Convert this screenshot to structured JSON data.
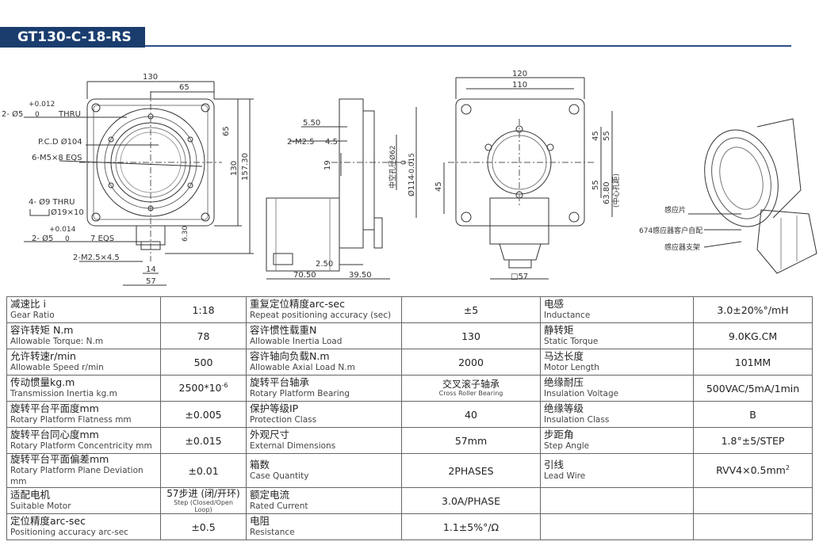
{
  "title": "GT130-C-18-RS",
  "drawing": {
    "front": {
      "d130": "130",
      "d65": "65",
      "d65v": "65",
      "d130v": "130",
      "d157": "157.30",
      "hole1": "2- Ø5",
      "hole1_tol_top": "+0.012",
      "hole1_tol_bot": "0",
      "hole1_thru": "THRU",
      "pcd": "P.C.D Ø104",
      "m5": "6-M5×8 EQS",
      "hole4": "4-  Ø9 THRU",
      "cbore": "Ø19×10",
      "hole2_tol_top": "+0.014",
      "hole2": "2- Ø5",
      "hole2_tol_bot": "0",
      "hole2_depth": "7 EQS",
      "d630": "6.30",
      "m25": "2-M2.5×4.5",
      "d14": "14",
      "d57": "57"
    },
    "side": {
      "d550": "5.50",
      "m25": "2-M2.5",
      "m25_depth": "4.5",
      "d19": "19",
      "bore": "中空孔径Ø62",
      "d114_tol_top": "0",
      "d114_tol_bot": "-0.015",
      "d114": "Ø114",
      "d250": "2.50",
      "d7050": "70.50",
      "d3950": "39.50"
    },
    "back": {
      "d120": "120",
      "d110": "110",
      "d45a": "45",
      "d55a": "55",
      "d45b": "45",
      "d55b": "55",
      "d6380": "63.80",
      "center": "(中心孔距)",
      "sq57": "□57"
    },
    "iso": {
      "sensor_piece": "感应片",
      "sensor_client": "674感应器客户自配",
      "sensor_bracket": "感应器支架"
    }
  },
  "spec_rows": [
    [
      {
        "zh": "减速比 i",
        "en": "Gear Ratio",
        "val": "1:18"
      },
      {
        "zh": "重复定位精度arc-sec",
        "en": "Repeat positioning accuracy (sec)",
        "val": "±5"
      },
      {
        "zh": "电感",
        "en": "Inductance",
        "val": "3.0±20%°/mH"
      }
    ],
    [
      {
        "zh": "容许转矩 N.m",
        "en": "Allowable Torque: N.m",
        "val": "78"
      },
      {
        "zh": "容许惯性载重N",
        "en": "Allowable Inertia Load",
        "val": "130"
      },
      {
        "zh": "静转矩",
        "en": "Static Torque",
        "val": "9.0KG.CM"
      }
    ],
    [
      {
        "zh": "允许转速r/min",
        "en": "Allowable Speed r/min",
        "val": "500"
      },
      {
        "zh": "容许轴向负载N.m",
        "en": "Allowable Axial Load  N.m",
        "val": "2000"
      },
      {
        "zh": "马达长度",
        "en": "Motor Length",
        "val": "101MM"
      }
    ],
    [
      {
        "zh": "传动惯量kg.m",
        "en": "Transmission Inertia kg.m",
        "val": "2500*10",
        "val_sup": "-6"
      },
      {
        "zh": "旋转平台轴承",
        "en": "Rotary Platform Bearing",
        "val": "交叉滚子轴承",
        "val2": "Cross Roller Bearing"
      },
      {
        "zh": "绝缘耐压",
        "en": "Insulation Voltage",
        "val": "500VAC/5mA/1min"
      }
    ],
    [
      {
        "zh": "旋转平台平面度mm",
        "en": "Rotary Platform Flatness mm",
        "val": "±0.005"
      },
      {
        "zh": "保护等级IP",
        "en": "Protection Class",
        "val": "40"
      },
      {
        "zh": "绝缘等级",
        "en": "Insulation Class",
        "val": "B"
      }
    ],
    [
      {
        "zh": "旋转平台同心度mm",
        "en": "Rotary Platform Concentricity mm",
        "val": "±0.015"
      },
      {
        "zh": "外观尺寸",
        "en": "External Dimensions",
        "val": "57mm"
      },
      {
        "zh": "步距角",
        "en": "Step Angle",
        "val": "1.8°±5/STEP"
      }
    ],
    [
      {
        "zh": "旋转平台平面偏差mm",
        "en": "Rotary Platform Plane Deviation mm",
        "val": "±0.01"
      },
      {
        "zh": "箱数",
        "en": "Case Quantity",
        "val": "2PHASES"
      },
      {
        "zh": "引线",
        "en": "Lead Wire",
        "val": "RVV4×0.5mm",
        "val_sup": "2"
      }
    ],
    [
      {
        "zh": "适配电机",
        "en": "Suitable Motor",
        "val": "57步进 (闭/开环)",
        "val2": "Step (Closed/Open Loop)"
      },
      {
        "zh": "额定电流",
        "en": "Rated Current",
        "val": "3.0A/PHASE"
      },
      {
        "zh": "",
        "en": "",
        "val": ""
      }
    ],
    [
      {
        "zh": "定位精度arc-sec",
        "en": " Positioning accuracy arc-sec",
        "val": "±0.5"
      },
      {
        "zh": "电阻",
        "en": "Resistance",
        "val": "1.1±5%°/Ω"
      },
      {
        "zh": "",
        "en": "",
        "val": ""
      }
    ]
  ]
}
